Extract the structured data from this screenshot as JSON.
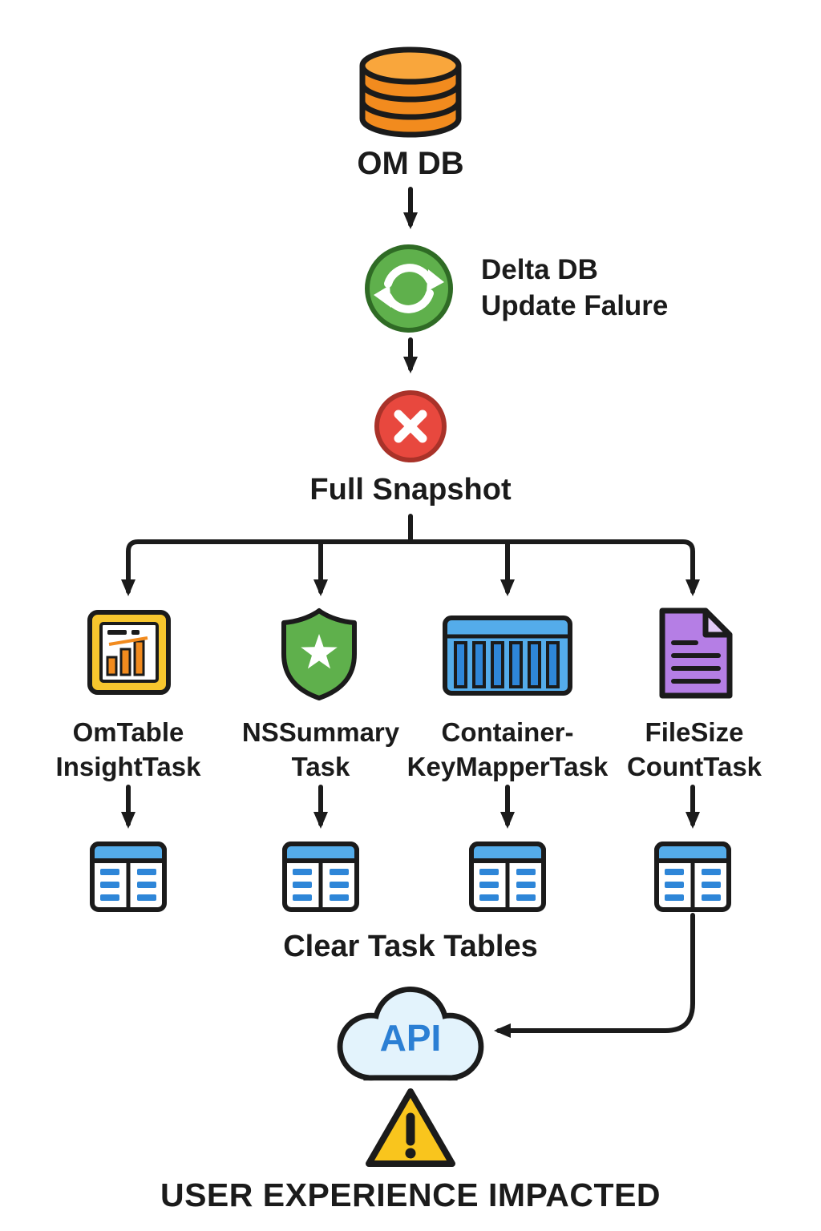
{
  "flow": {
    "db": {
      "label": "OM DB"
    },
    "failure": {
      "line1": "Delta DB",
      "line2": "Update Falure"
    },
    "snapshot": {
      "label": "Full Snapshot"
    },
    "tasks": [
      {
        "line1": "OmTable",
        "line2": "InsightTask"
      },
      {
        "line1": "NSSummary",
        "line2": "Task"
      },
      {
        "line1": "Container-",
        "line2": "KeyMapperTask"
      },
      {
        "line1": "FileSize",
        "line2": "CountTask"
      }
    ],
    "tables_caption": "Clear Task Tables",
    "api": {
      "label": "API"
    },
    "impact": {
      "label": "USER EXPERIENCE IMPACTED"
    }
  },
  "icons": {
    "db": "database-cylinder",
    "failure": "sync-refresh-circle",
    "error": "red-circle-x",
    "task1": "bar-chart-panel",
    "task2": "shield-star",
    "task3": "shipping-container",
    "task4": "document-page",
    "tables": "data-table",
    "api": "cloud",
    "impact": "warning-triangle"
  },
  "colors": {
    "arrow": "#1b1b1b",
    "db_orange": "#F28B1E",
    "db_orange_light": "#F9A63C",
    "green": "#5FB04C",
    "error_red": "#E8483E",
    "chart_yellow": "#F7C62E",
    "bar_orange": "#F28B1E",
    "container_blue": "#54ACEA",
    "container_stripe": "#2E86D8",
    "document_purple": "#B57EE5",
    "cloud_fill": "#E3F3FC",
    "api_blue": "#2B7FD4",
    "warning_yellow": "#F9C51D"
  }
}
